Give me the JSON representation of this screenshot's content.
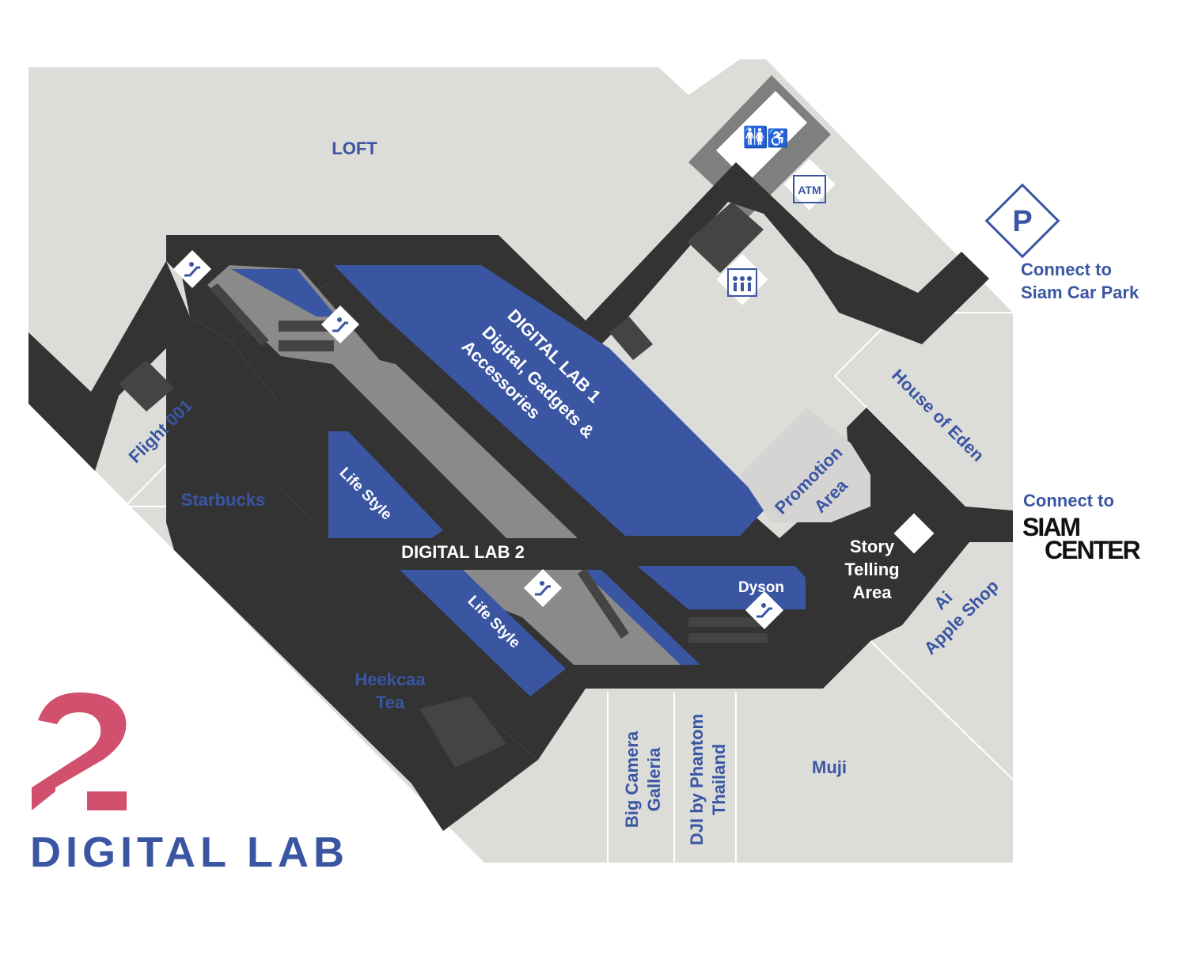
{
  "colors": {
    "background": "#ffffff",
    "shop_area": "#dcdcd8",
    "corridor": "#333333",
    "zone_blue": "#3a56a3",
    "void": "#8a8a8a",
    "promotion": "#d6d3d3",
    "logo_pink": "#d1506e",
    "label_blue": "#3a56a3",
    "service_gray": "#7f7f7f"
  },
  "stores": {
    "loft": "LOFT",
    "flight": "Flight 001",
    "starbucks": "Starbucks",
    "heekcaa_1": "Heekcaa",
    "heekcaa_2": "Tea",
    "house_of_eden": "House of Eden",
    "promotion_1": "Promotion",
    "promotion_2": "Area",
    "ai_1": "Ai",
    "ai_2": "Apple Shop",
    "muji": "Muji",
    "bigcam_1": "Big Camera",
    "bigcam_2": "Galleria",
    "dji_1": "DJI by Phantom",
    "dji_2": "Thailand",
    "dyson": "Dyson"
  },
  "zones": {
    "lab1_title": "DIGITAL LAB 1",
    "lab1_sub1": "Digital, Gadgets &",
    "lab1_sub2": "Accessories",
    "lab2_title": "DIGITAL LAB 2",
    "lifestyle_a": "Life Style",
    "lifestyle_b": "Life Style",
    "story_1": "Story",
    "story_2": "Telling",
    "story_3": "Area"
  },
  "connections": {
    "carpark_1": "Connect to",
    "carpark_2": "Siam Car Park",
    "siamcenter_1": "Connect to",
    "siamcenter_logo_1": "SIAM",
    "siamcenter_logo_2": "CENTER"
  },
  "facilities": {
    "atm": "ATM",
    "parking": "P"
  },
  "icons": [
    "escalator-icon",
    "restroom-icon",
    "wheelchair-icon",
    "elevator-icon",
    "atm-icon",
    "parking-icon"
  ],
  "logo": {
    "numeral": "2",
    "wordmark": "DIGITAL LAB"
  }
}
